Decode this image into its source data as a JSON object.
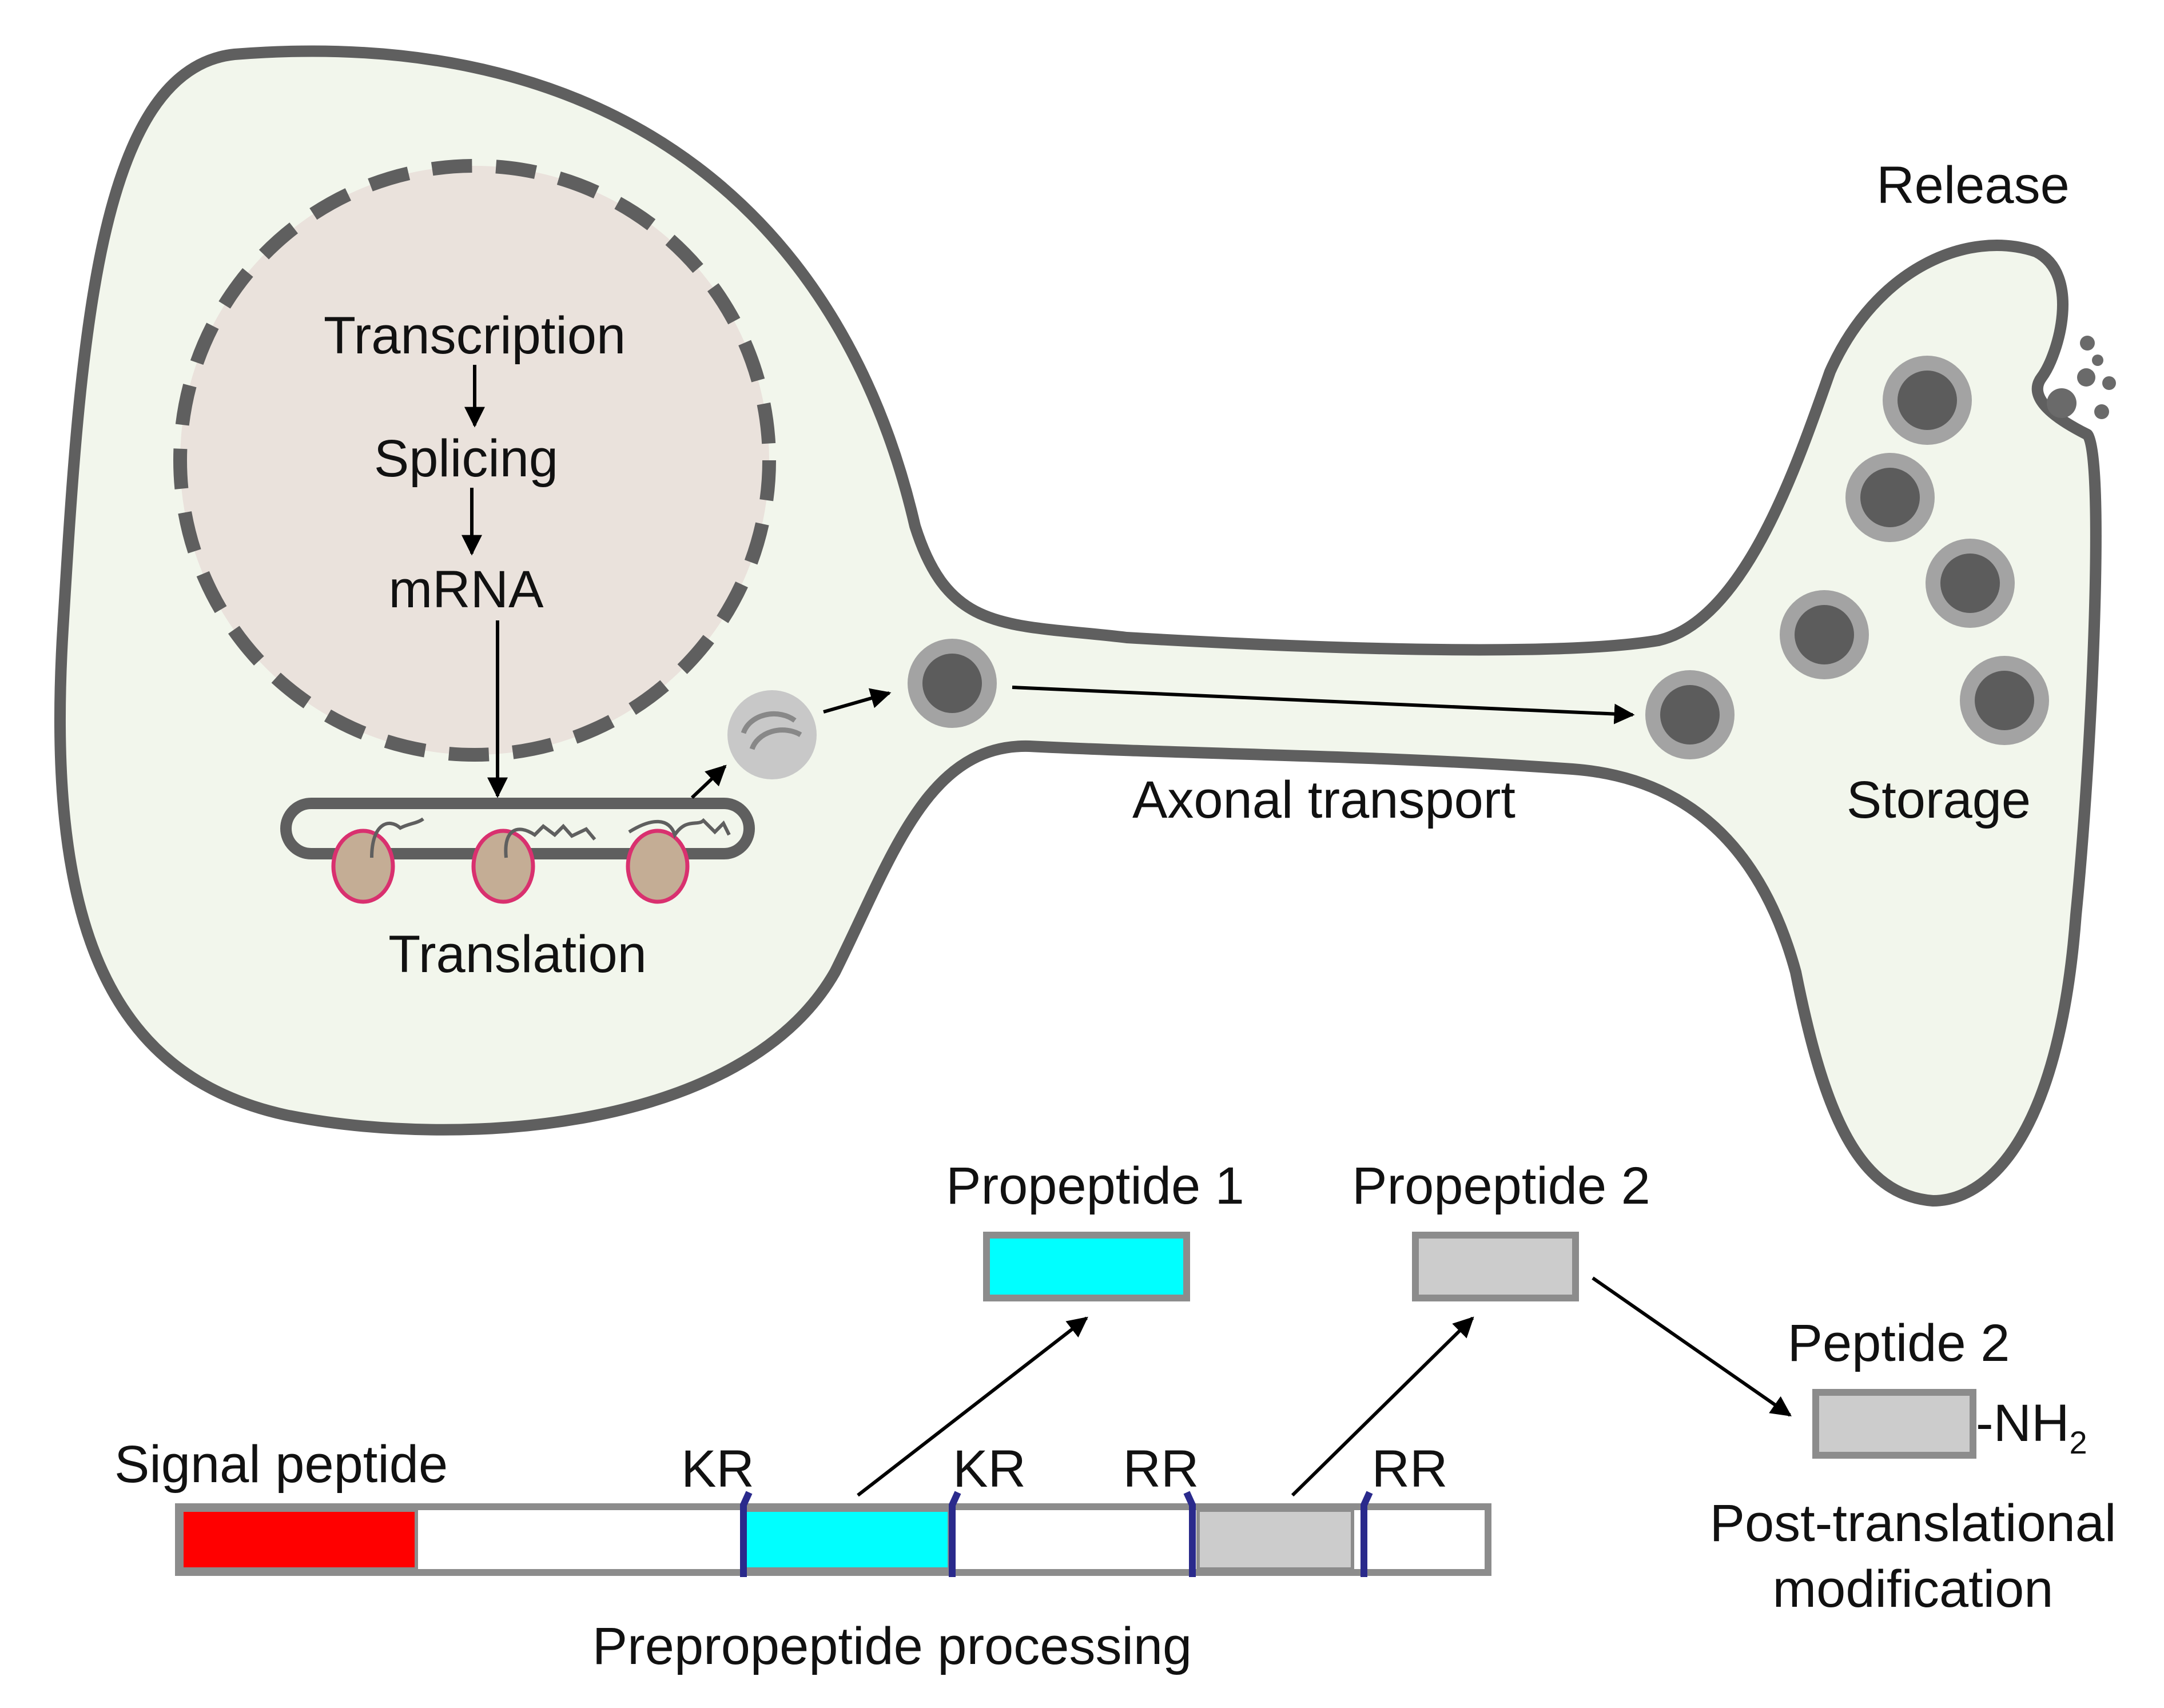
{
  "colors": {
    "cytoplasm": "#f2f6ec",
    "membrane": "#5f5f5f",
    "nucleus": "#eae2dc",
    "ribosome": "#c4ad95",
    "ribosome_outline": "#d9306f",
    "vesicle_outer": "#a3a3a3",
    "vesicle_core": "#5c5c5c",
    "signal_peptide": "#ff0000",
    "propeptide_1": "#00ffff",
    "propeptide_2": "#cccccc",
    "cleavage_site": "#2a2a8c",
    "outline": "#8c8c8c"
  },
  "icons": {
    "nucleus": "nucleus-icon",
    "ribosome": "ribosome-icon",
    "vesicle": "dense-core-vesicle-icon",
    "golgi": "golgi-vesicle-icon",
    "arrow": "arrow-icon"
  },
  "labels": {
    "transcription": "Transcription",
    "splicing": "Splicing",
    "mrna": "mRNA",
    "translation": "Translation",
    "axonal_transport": "Axonal transport",
    "storage": "Storage",
    "release": "Release",
    "signal_peptide": "Signal peptide",
    "kr_1": "KR",
    "kr_2": "KR",
    "rr_1": "RR",
    "rr_2": "RR",
    "propeptide_1": "Propeptide 1",
    "propeptide_2": "Propeptide 2",
    "peptide_2": "Peptide 2",
    "amidation_prefix": "-NH",
    "amidation_subscript": "2",
    "post_translational_line1": "Post-translational",
    "post_translational_line2": "modification",
    "prepropeptide_processing": "Prepropeptide processing"
  }
}
